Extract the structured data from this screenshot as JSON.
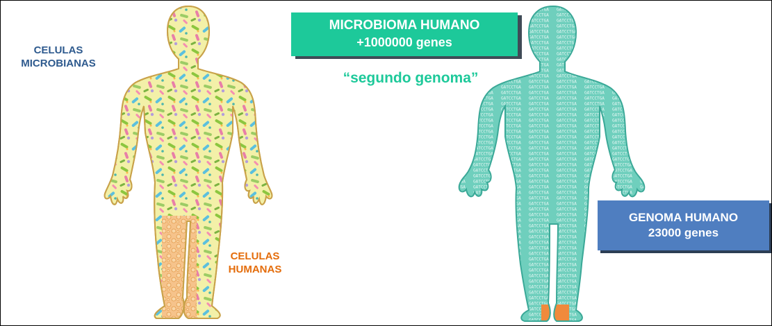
{
  "labels": {
    "microbial_cells": "CELULAS\nMICROBIANAS",
    "human_cells": "CELULAS\nHUMANAS",
    "second_genome": "“segundo genoma”"
  },
  "microbiome_box": {
    "title": "MICROBIOMA HUMANO",
    "genes": "+1000000 genes"
  },
  "genome_box": {
    "title": "GENOMA HUMANO",
    "genes": "23000 genes"
  },
  "colors": {
    "microbe_fill": "#f3f0a8",
    "microbe_outline": "#c9a24a",
    "human_cell_fill": "#f6c38b",
    "genome_fill": "#6fcfbd",
    "genome_outline": "#3aa897",
    "foot_highlight": "#f08a3c"
  }
}
